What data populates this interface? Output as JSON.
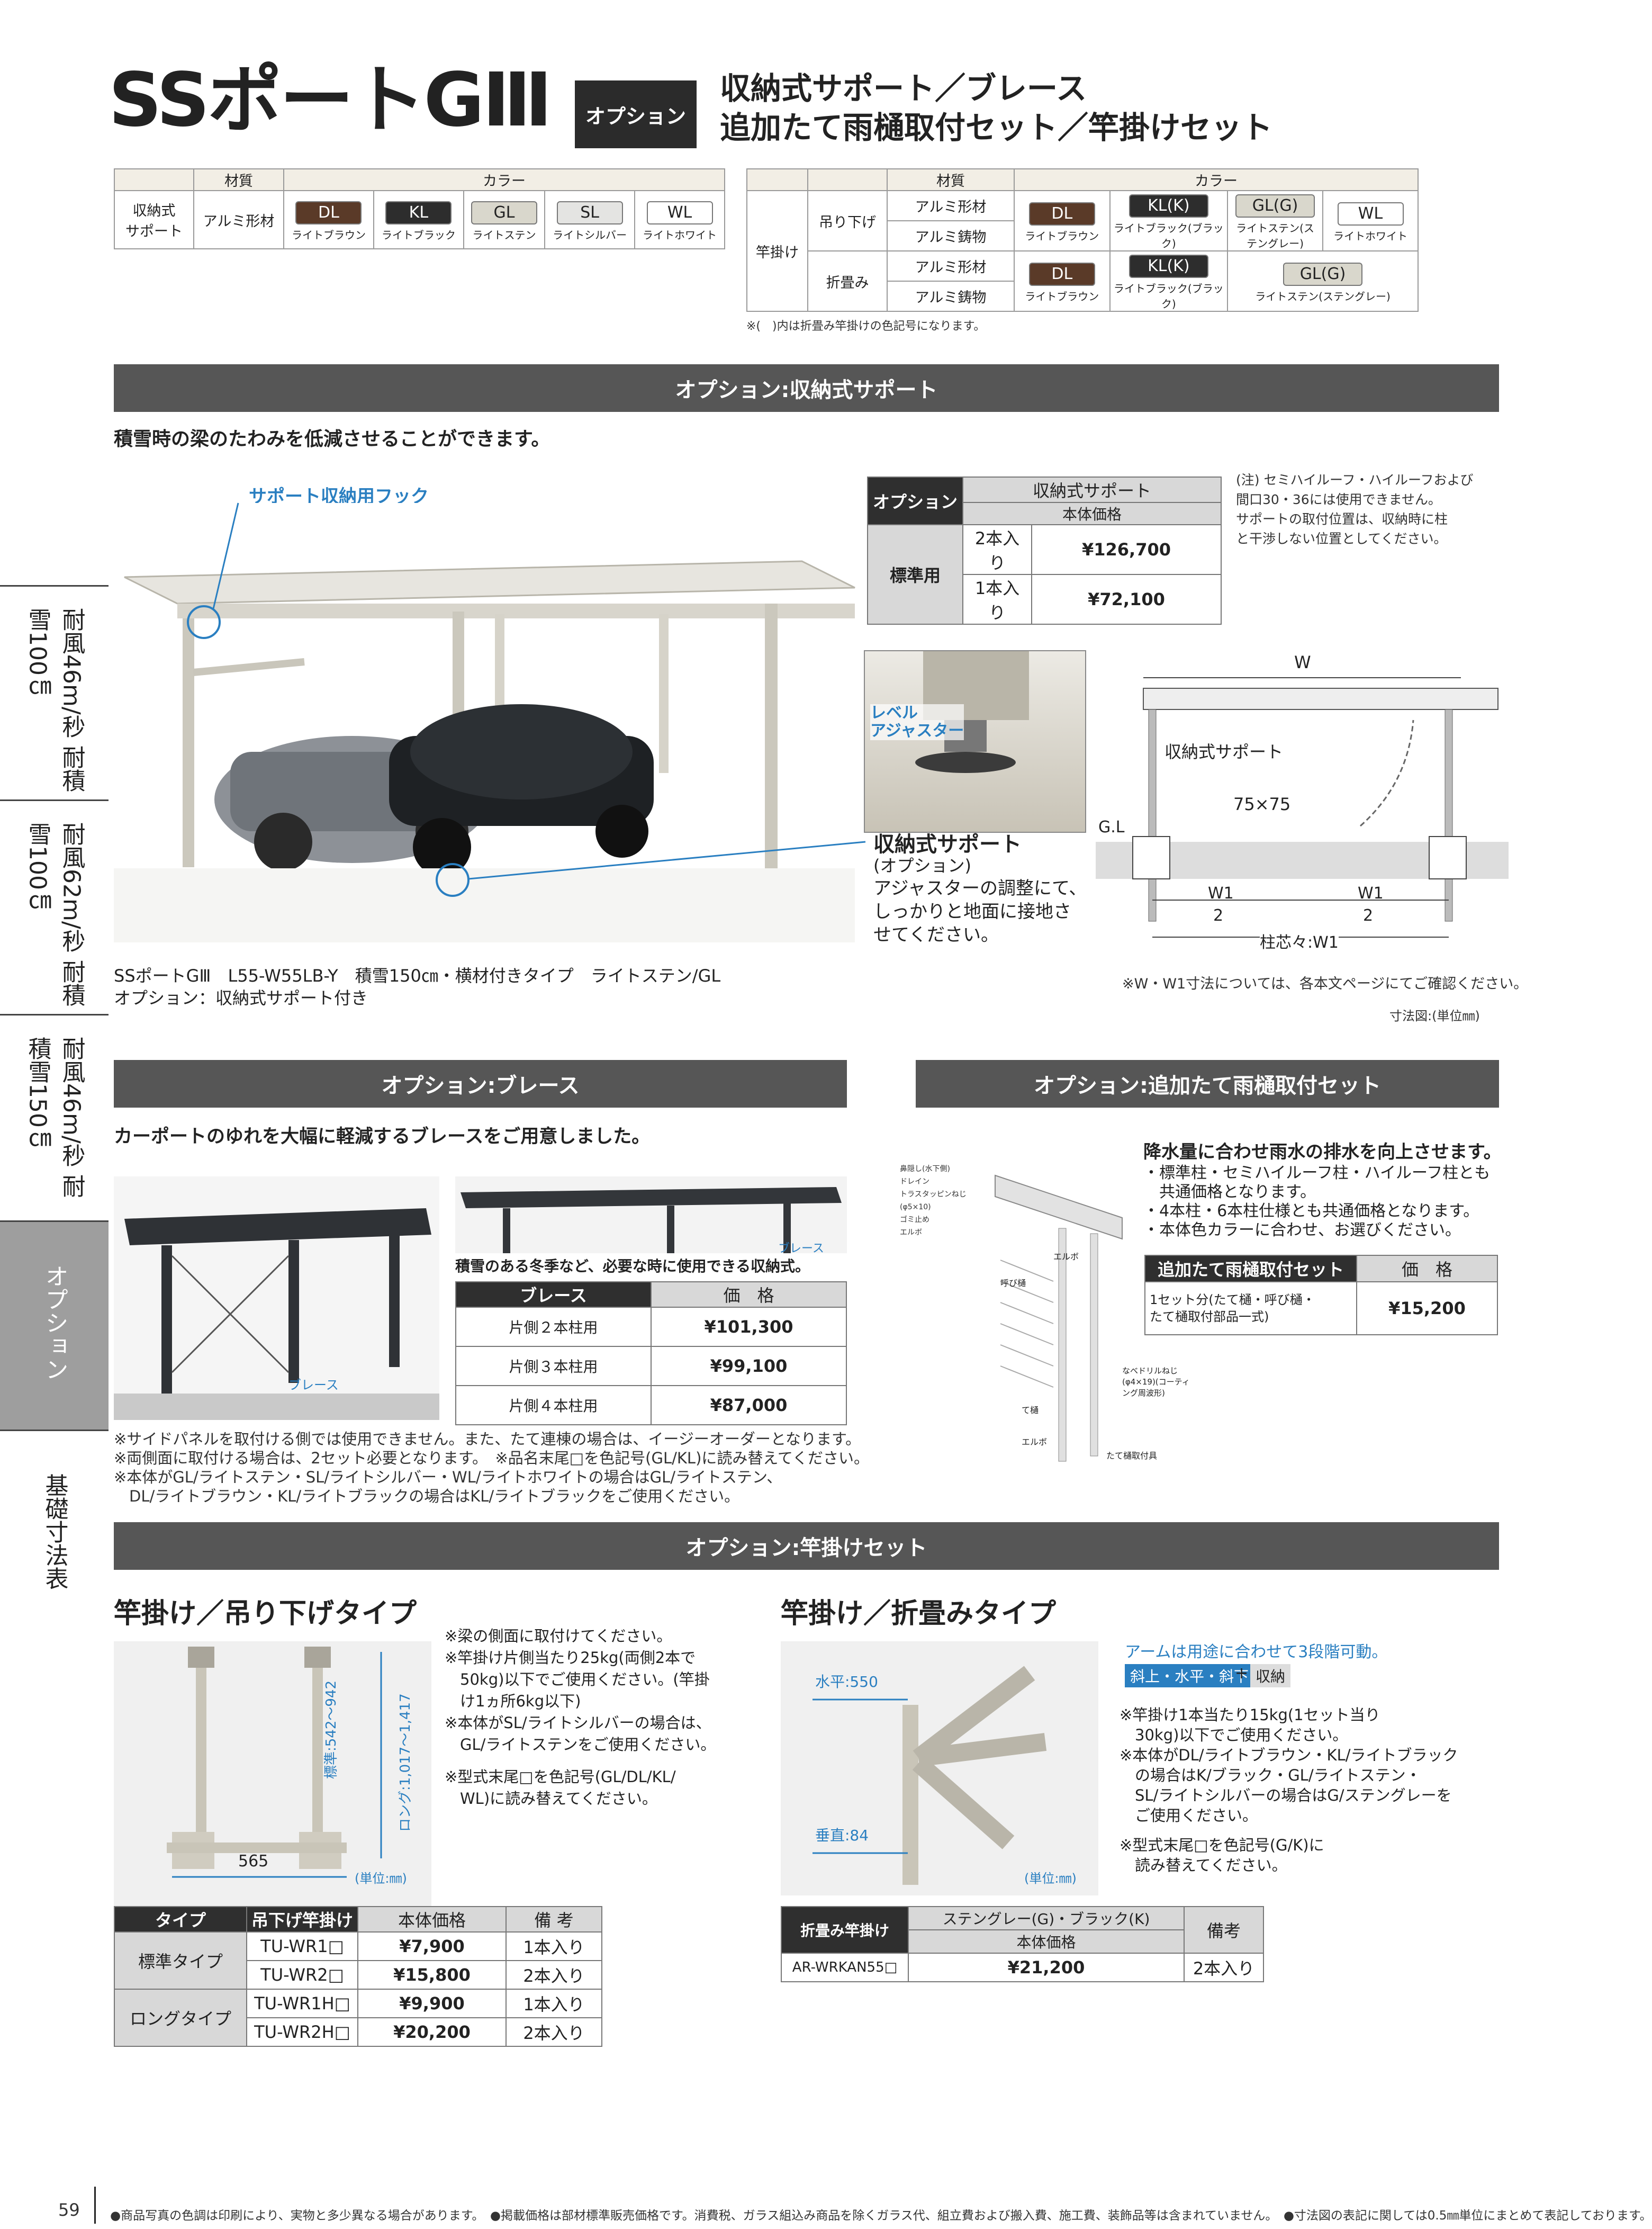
{
  "header": {
    "title": "SSポートGⅢ",
    "badge": "オプション",
    "subtitle1": "収納式サポート／ブレース",
    "subtitle2": "追加たて雨樋取付セット／竿掛けセット"
  },
  "colors_left": {
    "h_material": "材質",
    "h_color": "カラー",
    "row_label": "収納式\nサポート",
    "material": "アルミ形材",
    "swatches": [
      {
        "code": "DL",
        "name": "ライトブラウン"
      },
      {
        "code": "KL",
        "name": "ライトブラック"
      },
      {
        "code": "GL",
        "name": "ライトステン"
      },
      {
        "code": "SL",
        "name": "ライトシルバー"
      },
      {
        "code": "WL",
        "name": "ライトホワイト"
      }
    ]
  },
  "colors_right": {
    "h_material": "材質",
    "h_color": "カラー",
    "row_label": "竿掛け",
    "type1": "吊り下げ",
    "type2": "折畳み",
    "mat1": "アルミ形材",
    "mat2": "アルミ鋳物",
    "swatches1": [
      {
        "code": "DL",
        "name": "ライトブラウン"
      },
      {
        "code": "KL(K)",
        "name": "ライトブラック(ブラック)"
      },
      {
        "code": "GL(G)",
        "name": "ライトステン(ステングレー)"
      },
      {
        "code": "WL",
        "name": "ライトホワイト"
      }
    ],
    "swatches2": [
      {
        "code": "DL",
        "name": "ライトブラウン"
      },
      {
        "code": "KL(K)",
        "name": "ライトブラック(ブラック)"
      },
      {
        "code": "GL(G)",
        "name": "ライトステン(ステングレー)"
      }
    ],
    "note": "※(　)内は折畳み竿掛けの色記号になります。"
  },
  "sec1": {
    "bar": "オプション:収納式サポート",
    "lead": "積雪時の梁のたわみを低減させることができます。",
    "hook_label": "サポート収納用フック",
    "table": {
      "h1": "オプション",
      "h2": "収納式サポート",
      "h3": "本体価格",
      "row": "標準用",
      "r1": "2本入り",
      "p1": "¥126,700",
      "r2": "1本入り",
      "p2": "¥72,100"
    },
    "note": "(注) セミハイルーフ・ハイルーフおよび\n間口30・36には使用できません。\nサポートの取付位置は、収納時に柱\nと干渉しない位置としてください。",
    "caption1": "SSポートGⅢ　L55-W55LB-Y　積雪150㎝・横材付きタイプ　ライトステン/GL",
    "caption2": "オプション：収納式サポート付き",
    "adjuster": "レベル\nアジャスター",
    "support_title": "収納式サポート",
    "support_sub": "(オプション)",
    "support_body": "アジャスターの調整にて、\nしっかりと地面に接地さ\nせてください。",
    "diagram": {
      "w": "W",
      "support": "収納式サポート",
      "size": "75×75",
      "gl": "G.L",
      "w1a": "W1",
      "two_a": "2",
      "w1b": "W1",
      "two_b": "2",
      "pitch": "柱芯々:W1"
    },
    "dim_note": "※W・W1寸法については、各本文ページにてご確認ください。",
    "unit_note": "寸法図:(単位㎜)"
  },
  "side": {
    "t1": "耐風46m/秒 耐積雪100㎝",
    "t2": "耐風62m/秒 耐積雪100㎝",
    "t3": "耐風46m/秒 耐積雪150㎝",
    "t4": "オプション",
    "t5": "基礎寸法表"
  },
  "sec2": {
    "bar": "オプション:ブレース",
    "lead": "カーポートのゆれを大幅に軽減するブレースをご用意しました。",
    "brace_label": "ブレース",
    "brace_label2": "ブレース",
    "photo_caption": "積雪のある冬季など、必要な時に使用できる収納式。",
    "table": {
      "h1": "ブレース",
      "h2": "価　格",
      "rows": [
        {
          "l": "片側２本柱用",
          "p": "¥101,300"
        },
        {
          "l": "片側３本柱用",
          "p": "¥99,100"
        },
        {
          "l": "片側４本柱用",
          "p": "¥87,000"
        }
      ]
    },
    "notes": [
      "※サイドパネルを取付ける側では使用できません。また、たて連棟の場合は、イージーオーダーとなります。",
      "※両側面に取付ける場合は、2セット必要となります。　※品名末尾□を色記号(GL/KL)に読み替えてください。",
      "※本体がGL/ライトステン・SL/ライトシルバー・WL/ライトホワイトの場合はGL/ライトステン、",
      "　DL/ライトブラウン・KL/ライトブラックの場合はKL/ライトブラックをご使用ください。"
    ]
  },
  "sec3": {
    "bar": "オプション:追加たて雨樋取付セット",
    "lead": "降水量に合わせ雨水の排水を向上させます。",
    "bullets": [
      "・標準柱・セミハイルーフ柱・ハイルーフ柱とも",
      "　共通価格となります。",
      "・4本柱・6本柱仕様とも共通価格となります。",
      "・本体色カラーに合わせ、お選びください。"
    ],
    "table": {
      "h1": "追加たて雨樋取付セット",
      "h2": "価　格",
      "desc": "1セット分(たて樋・呼び樋・\nたて樋取付部品一式)",
      "price": "¥15,200"
    },
    "labels": [
      "鼻隠し(水下側)",
      "ドレイン",
      "トラスタッピンねじ(φ5×10)",
      "ゴミ止め",
      "エルボ",
      "呼び樋",
      "エルボ",
      "て樋",
      "エルボ",
      "なべドリルねじ(φ4×19)(コーティング周波形)",
      "たて樋取付具"
    ]
  },
  "sec4": {
    "bar": "オプション:竿掛けセット",
    "left_title": "竿掛け／吊り下げタイプ",
    "right_title": "竿掛け／折畳みタイプ",
    "left_notes": [
      "※梁の側面に取付けてください。",
      "※竿掛け片側当たり25kg(両側2本で",
      "　50kg)以下でご使用ください。(竿掛",
      "　け1ヵ所6kg以下)",
      "※本体がSL/ライトシルバーの場合は、",
      "　GL/ライトステンをご使用ください。",
      "",
      "※型式末尾□を色記号(GL/DL/KL/",
      "　WL)に読み替えてください。"
    ],
    "left_dims": {
      "w": "565",
      "std": "標準:542〜942",
      "long": "ロング:1,017〜1,417",
      "unit": "(単位:㎜)"
    },
    "left_table": {
      "h": [
        "タイプ",
        "吊下げ竿掛け",
        "本体価格",
        "備 考"
      ],
      "rows": [
        {
          "t": "標準タイプ",
          "m": "TU-WR1□",
          "p": "¥7,900",
          "n": "1本入り"
        },
        {
          "t": "",
          "m": "TU-WR2□",
          "p": "¥15,800",
          "n": "2本入り"
        },
        {
          "t": "ロングタイプ",
          "m": "TU-WR1H□",
          "p": "¥9,900",
          "n": "1本入り"
        },
        {
          "t": "",
          "m": "TU-WR2H□",
          "p": "¥20,200",
          "n": "2本入り"
        }
      ]
    },
    "right_lead": "アームは用途に合わせて3段階可動。",
    "right_tag": "斜上・水平・斜下",
    "right_plus": "+",
    "right_tag2": "収納",
    "right_notes": [
      "※竿掛け1本当たり15kg(1セット当り",
      "　30kg)以下でご使用ください。",
      "※本体がDL/ライトブラウン・KL/ライトブラック",
      "　の場合はK/ブラック・GL/ライトステン・",
      "　SL/ライトシルバーの場合はG/ステングレーを",
      "　ご使用ください。",
      "",
      "※型式末尾□を色記号(G/K)に",
      "　読み替えてください。"
    ],
    "right_dims": {
      "h": "水平:550",
      "v": "垂直:84",
      "unit": "(単位:㎜)"
    },
    "right_table": {
      "h1": "折畳み竿掛け",
      "h2": "ステングレー(G)・ブラック(K)",
      "h3": "本体価格",
      "h4": "備考",
      "model": "AR-WRKAN55□",
      "price": "¥21,200",
      "note": "2本入り"
    }
  },
  "footer": {
    "page": "59",
    "text": "●商品写真の色調は印刷により、実物と多少異なる場合があります。　●掲載価格は部材標準販売価格です。消費税、ガラス組込み商品を除くガラス代、組立費および搬入費、施工費、装飾品等は含まれていません。　●寸法図の表記に関しては0.5㎜単位にまとめて表記しております。"
  }
}
